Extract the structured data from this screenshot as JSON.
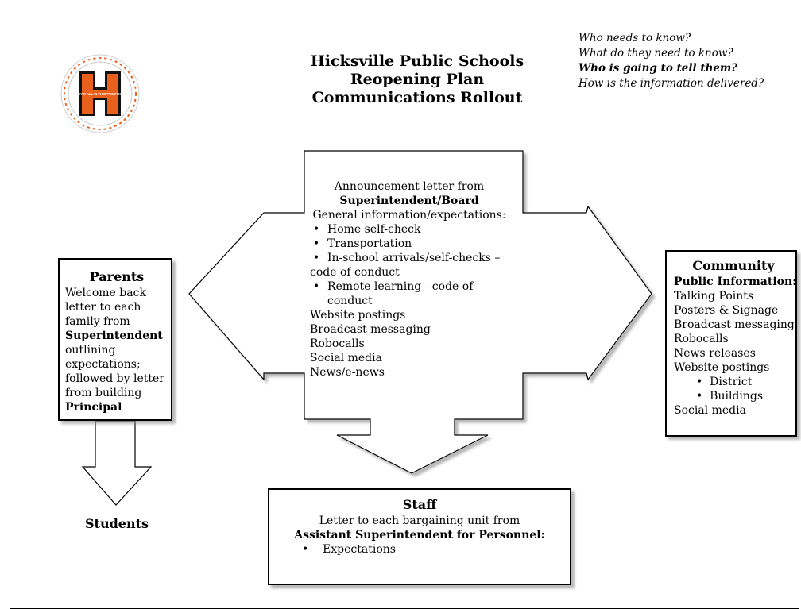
{
  "title": {
    "line1": "Hicksville Public Schools",
    "line2": "Reopening Plan",
    "line3": "Communications Rollout"
  },
  "questions": {
    "q1": "Who needs to know?",
    "q2": "What do they need to know?",
    "q3": "Who is going to tell them?",
    "q4": "How is the information delivered?"
  },
  "logo": {
    "letter": "H",
    "motto": "WE'RE ALL IN THIS TOGETHER"
  },
  "center": {
    "line1": "Announcement letter from",
    "line2": "Superintendent/Board",
    "line3": "General information/expectations:",
    "bullets": [
      "Home self-check",
      "Transportation",
      "In-school arrivals/self-checks –",
      "code of conduct",
      "Remote learning - code of",
      "conduct"
    ],
    "channels": [
      "Website postings",
      "Broadcast messaging",
      "Robocalls",
      "Social media",
      "News/e-news"
    ]
  },
  "parents": {
    "title": "Parents",
    "lines": [
      "Welcome back",
      "letter to each",
      "family from"
    ],
    "superintendent": "Superintendent",
    "lines2": [
      "outlining",
      "expectations;",
      "followed by letter",
      "from building"
    ],
    "principal": "Principal"
  },
  "students": {
    "label": "Students"
  },
  "community": {
    "title": "Community",
    "subtitle": "Public Information:",
    "items": [
      "Talking Points",
      "Posters & Signage",
      "Broadcast messaging",
      "Robocalls",
      "News releases",
      "Website postings"
    ],
    "subitems": [
      "District",
      "Buildings"
    ],
    "last": "Social media"
  },
  "staff": {
    "title": "Staff",
    "line1": "Letter to each bargaining unit from",
    "line2": "Assistant Superintendent for Personnel:",
    "bullet": "Expectations"
  },
  "colors": {
    "logo_orange": "#e8601c",
    "logo_black": "#111111"
  }
}
